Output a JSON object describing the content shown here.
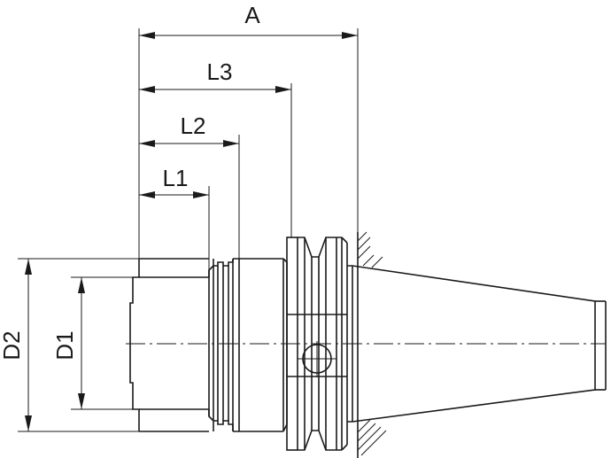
{
  "dimensions": {
    "a": "A",
    "l3": "L3",
    "l2": "L2",
    "l1": "L1",
    "d2": "D2",
    "d1": "D1"
  }
}
